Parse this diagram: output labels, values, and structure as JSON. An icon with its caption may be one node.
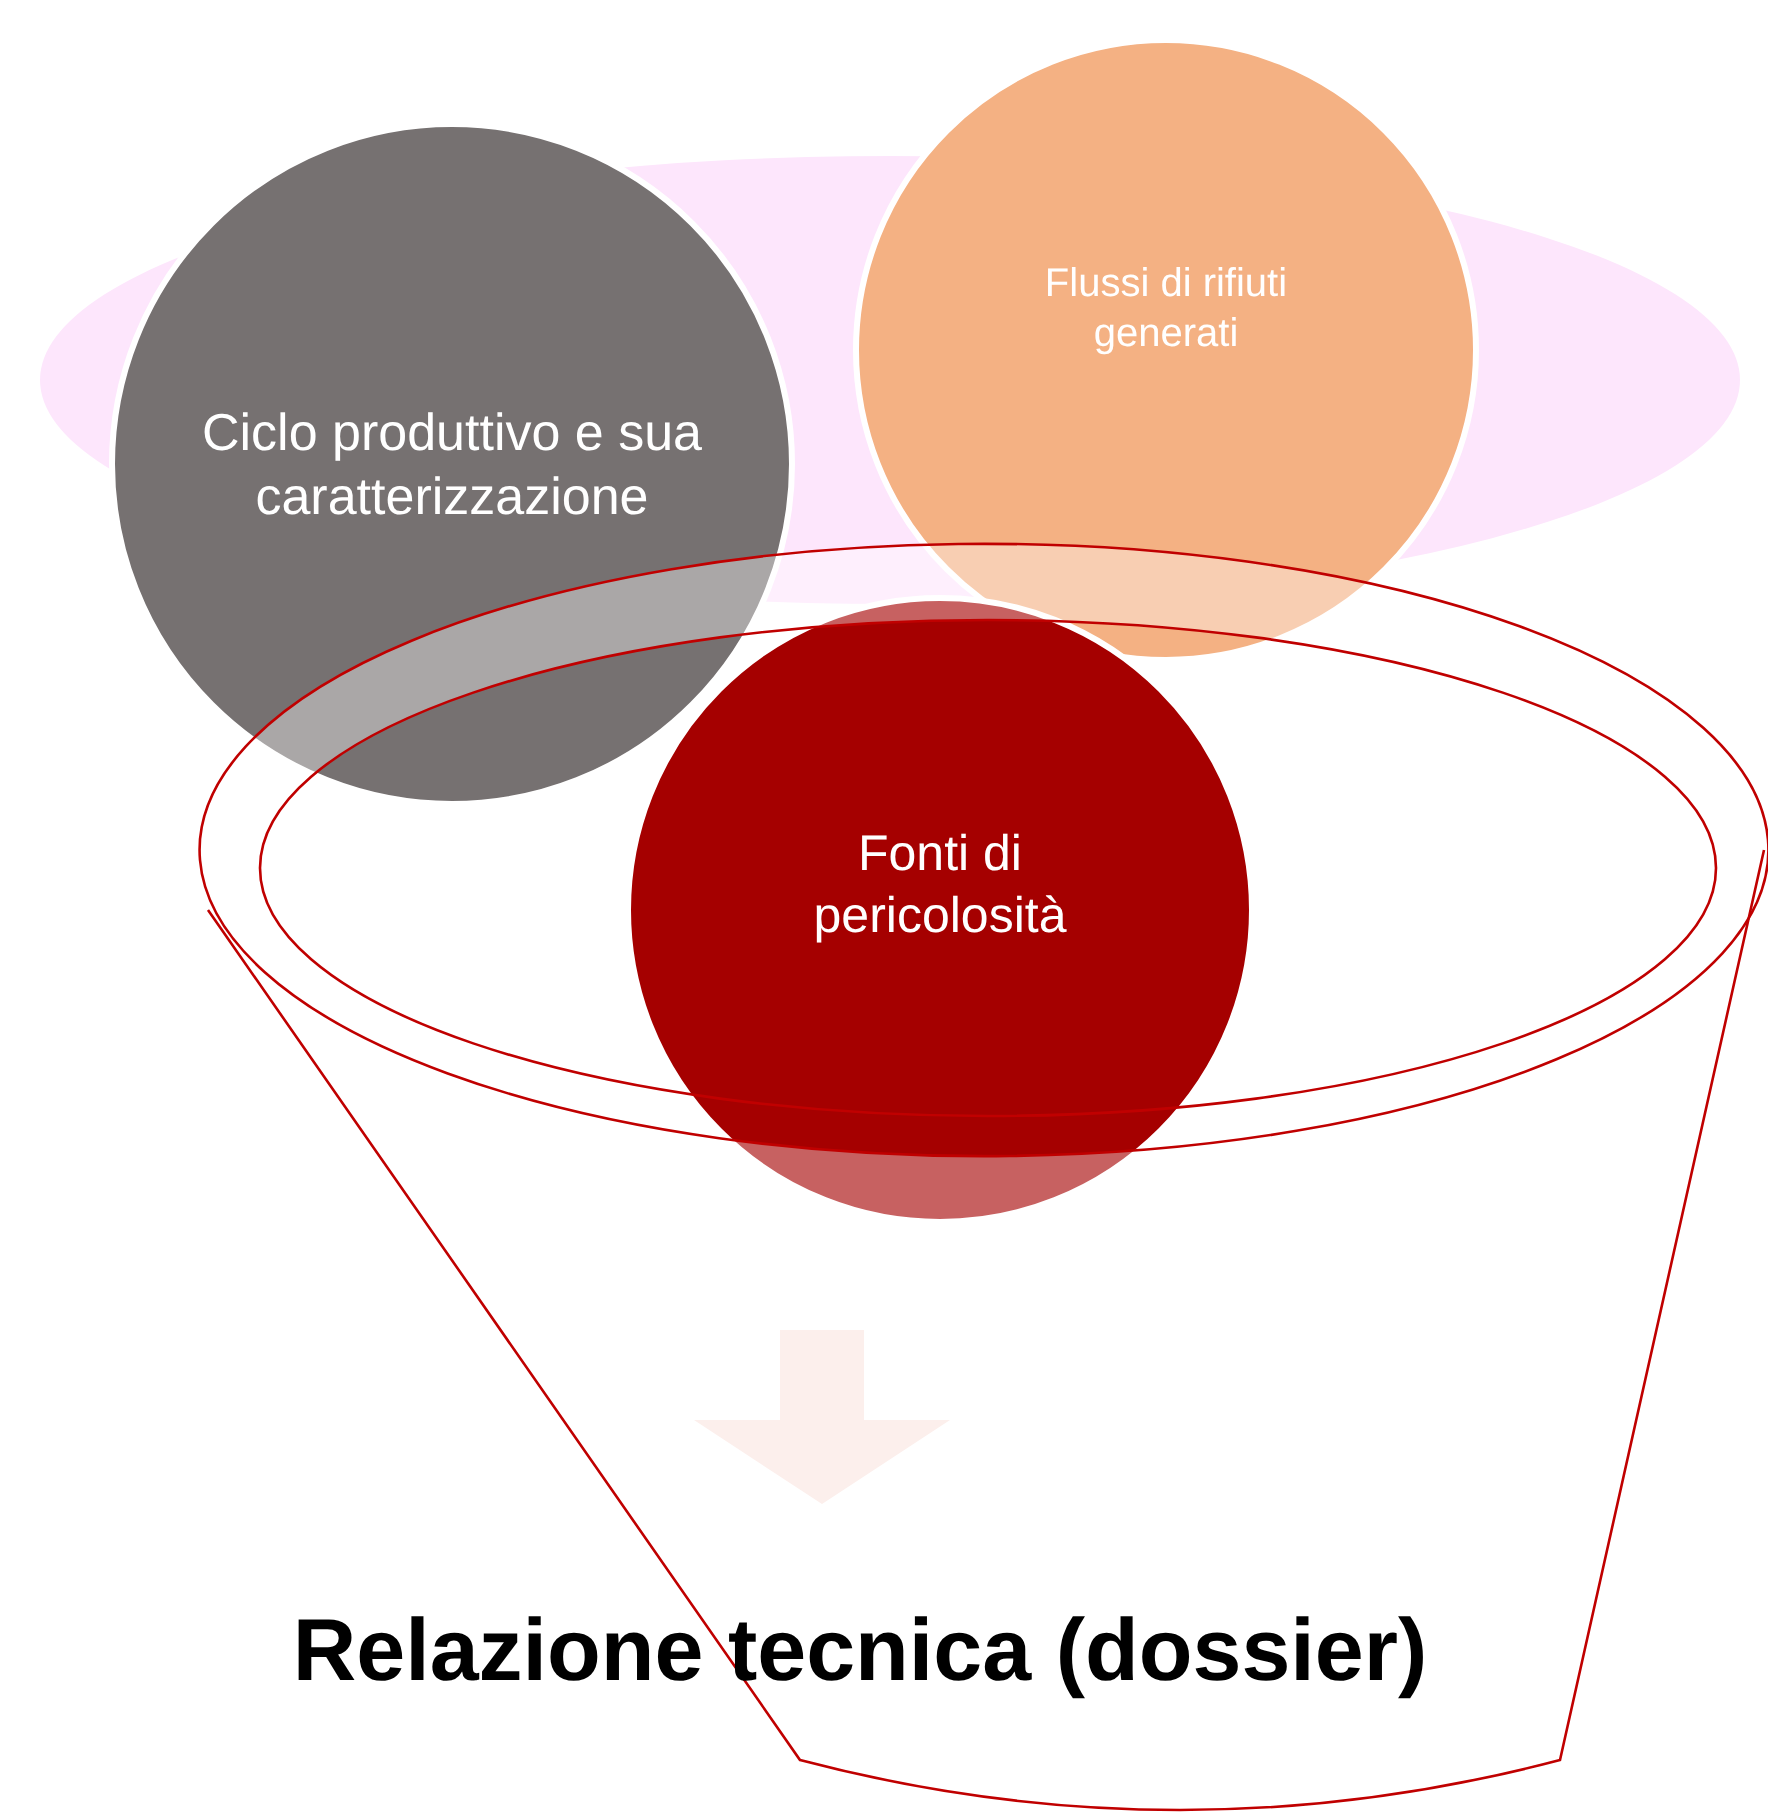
{
  "diagram": {
    "nodes": [
      {
        "text": [
          "Ciclo produttivo e sua caratterizzazione"
        ]
      },
      {
        "text": [
          "Flussi di rifiuti generati"
        ]
      },
      {
        "text": [
          "Fonti di pericolosità"
        ]
      },
      {
        "text": [
          "Relazione tecnica (dossier)"
        ]
      }
    ],
    "edges": [
      {
        "from": 2,
        "to": 3,
        "arrow": "to"
      }
    ]
  }
}
